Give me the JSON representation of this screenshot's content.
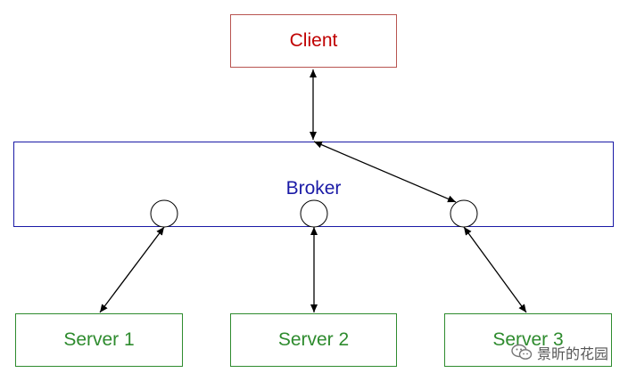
{
  "colors": {
    "client": "#c00000",
    "broker": "#1a1aa6",
    "server": "#2e8b2e",
    "line": "#000000"
  },
  "client": {
    "label": "Client"
  },
  "broker": {
    "label": "Broker"
  },
  "servers": [
    {
      "label": "Server 1"
    },
    {
      "label": "Server 2"
    },
    {
      "label": "Server 3"
    }
  ],
  "watermark": {
    "icon": "wechat-icon",
    "text": "景昕的花园"
  }
}
